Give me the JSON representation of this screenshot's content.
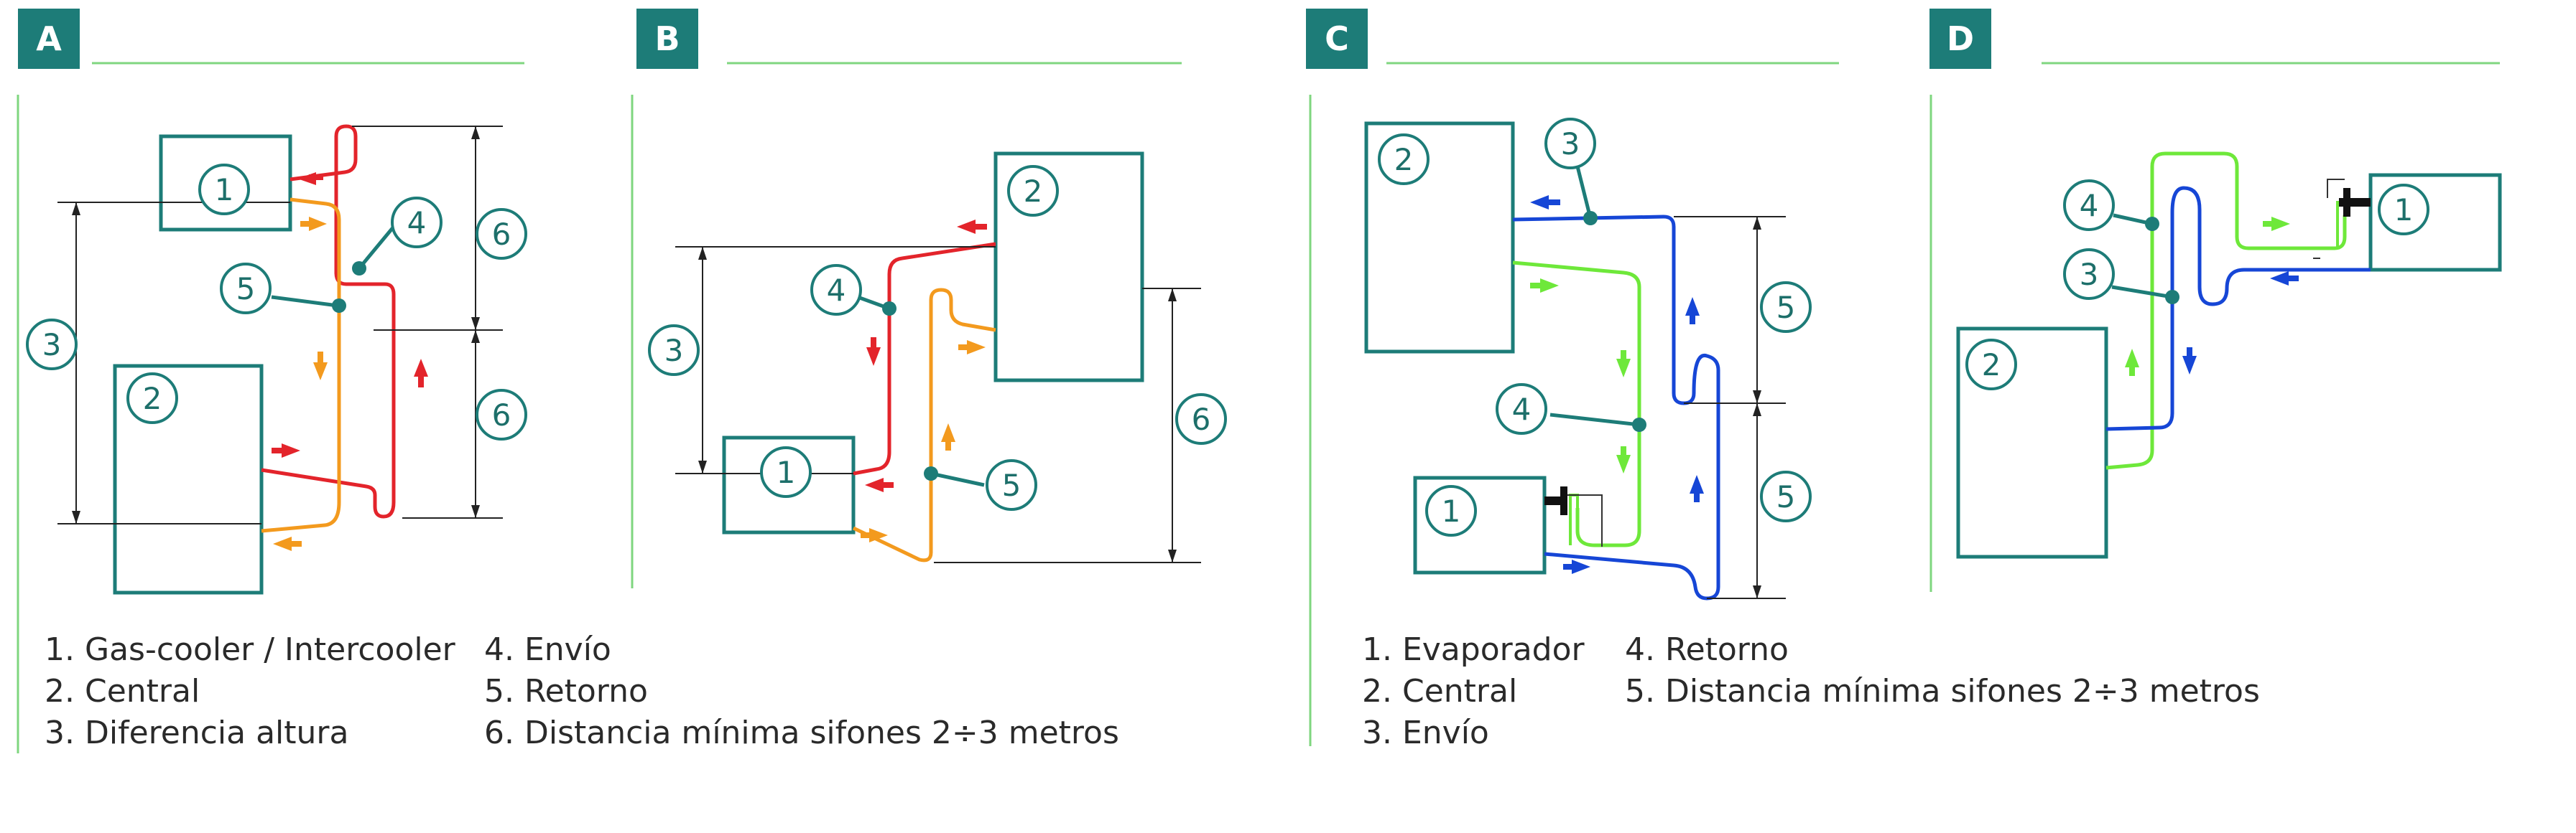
{
  "colors": {
    "teal": "#1d7c78",
    "panel_rule": "#7fd67f",
    "red": "#e3242b",
    "orange": "#f39a1e",
    "blue": "#1646d6",
    "green": "#6ee83a",
    "dim": "#222222"
  },
  "panels": [
    {
      "letter": "A",
      "box_labels": [
        "1",
        "2"
      ],
      "callouts": [
        "3",
        "4",
        "5",
        "6",
        "6"
      ],
      "legend": [
        "1.  Gas-cooler / Intercooler",
        "2.  Central",
        "3.  Diferencia altura",
        "4.  Envío",
        "5.  Retorno",
        "6.  Distancia mínima sifones 2÷3 metros"
      ]
    },
    {
      "letter": "B",
      "box_labels": [
        "1",
        "2"
      ],
      "callouts": [
        "3",
        "4",
        "5",
        "6"
      ]
    },
    {
      "letter": "C",
      "box_labels": [
        "1",
        "2"
      ],
      "callouts": [
        "3",
        "4",
        "5",
        "5"
      ],
      "legend": [
        "1.  Evaporador",
        "2.  Central",
        "3.  Envío",
        "4.  Retorno",
        "5.  Distancia mínima sifones 2÷3 metros"
      ]
    },
    {
      "letter": "D",
      "box_labels": [
        "1",
        "2"
      ],
      "callouts": [
        "3",
        "4"
      ]
    }
  ]
}
